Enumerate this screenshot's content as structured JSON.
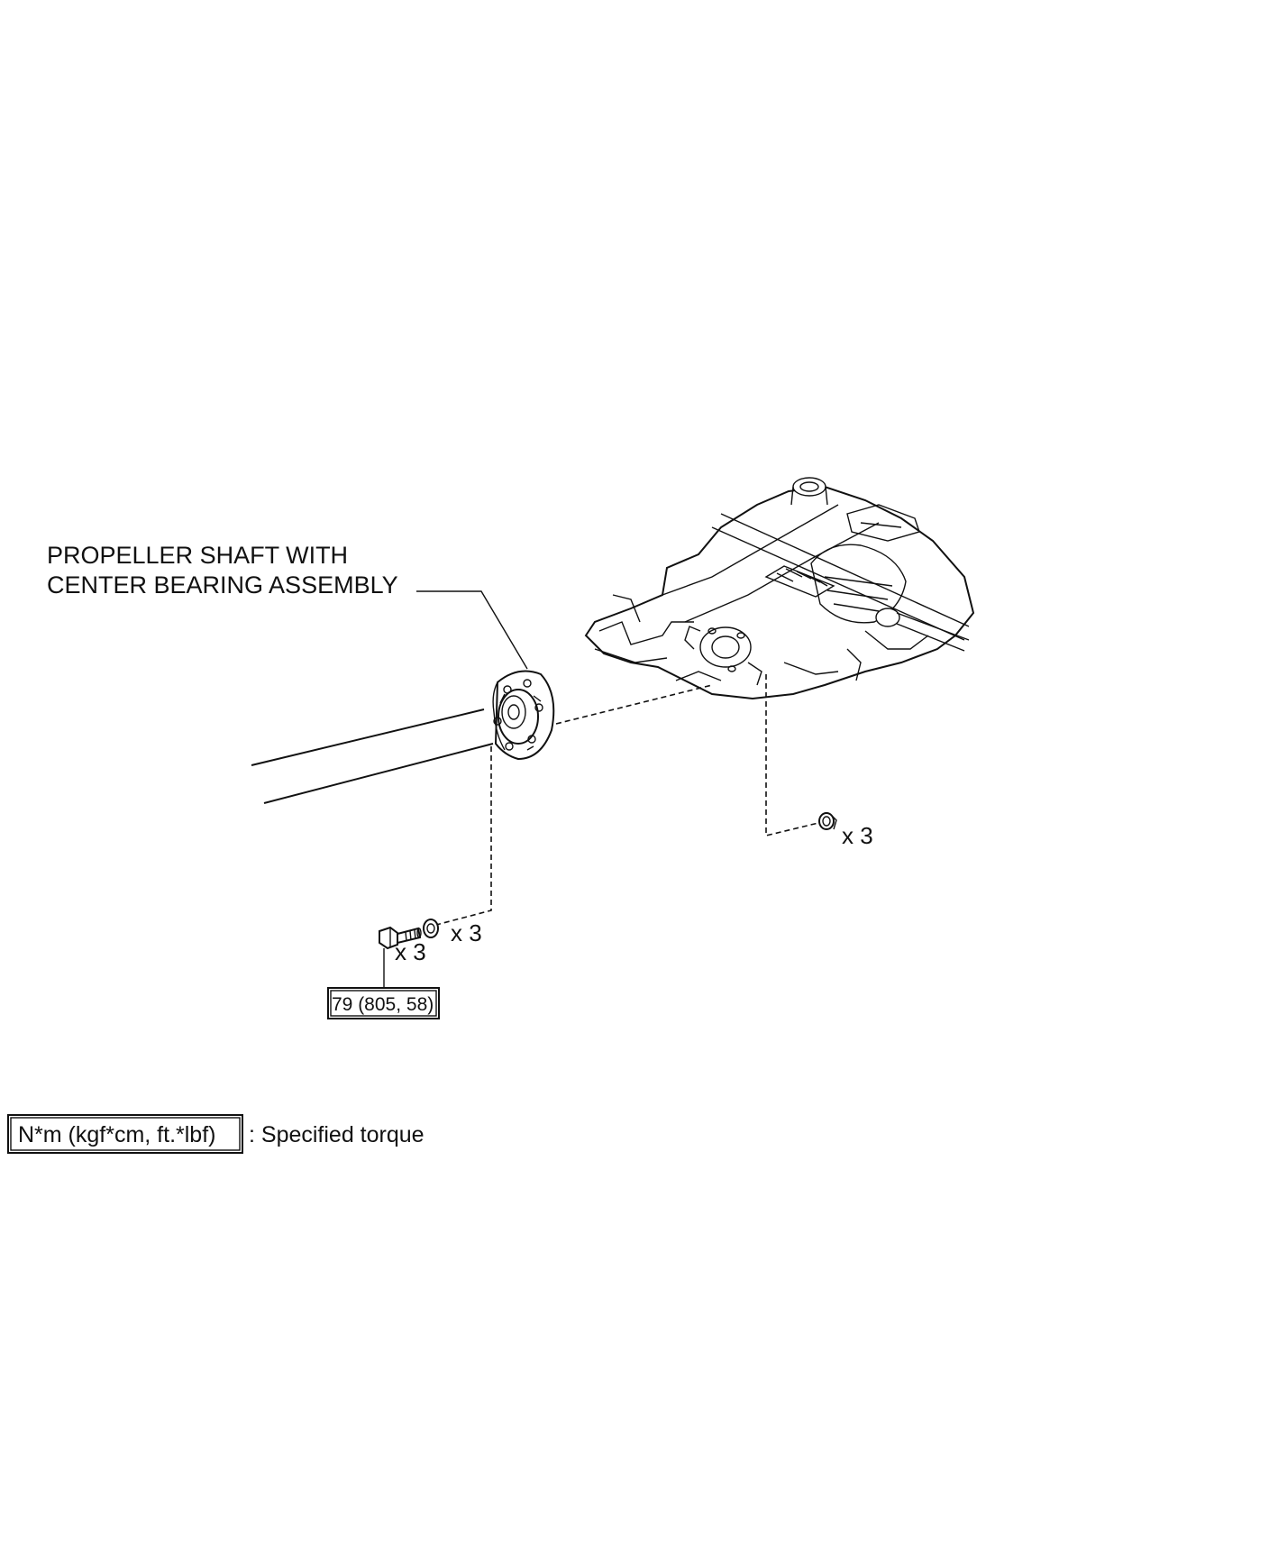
{
  "part_label": {
    "line1": "PROPELLER SHAFT WITH",
    "line2": "CENTER BEARING ASSEMBLY"
  },
  "quantities": {
    "nut": "x 3",
    "washer": "x 3",
    "bolt": "x 3"
  },
  "torque_spec": "79 (805, 58)",
  "legend": {
    "box_text": "N*m (kgf*cm, ft.*lbf)",
    "description": ": Specified torque"
  }
}
